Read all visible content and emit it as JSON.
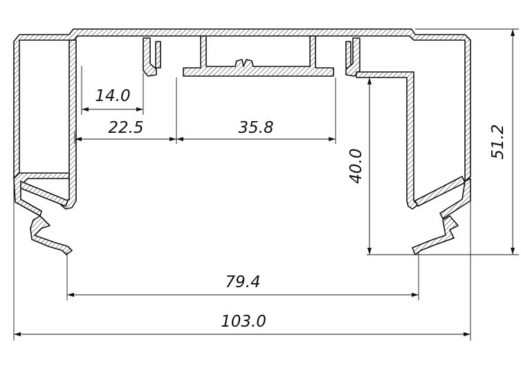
{
  "drawing": {
    "type": "aluminium profile cross-section",
    "units": "mm",
    "dimensions": {
      "inner_slot_width": "14.0",
      "left_offset": "22.5",
      "center_channel_width": "35.8",
      "inner_height": "40.0",
      "total_height": "51.2",
      "opening_width": "79.4",
      "total_width": "103.0"
    }
  }
}
